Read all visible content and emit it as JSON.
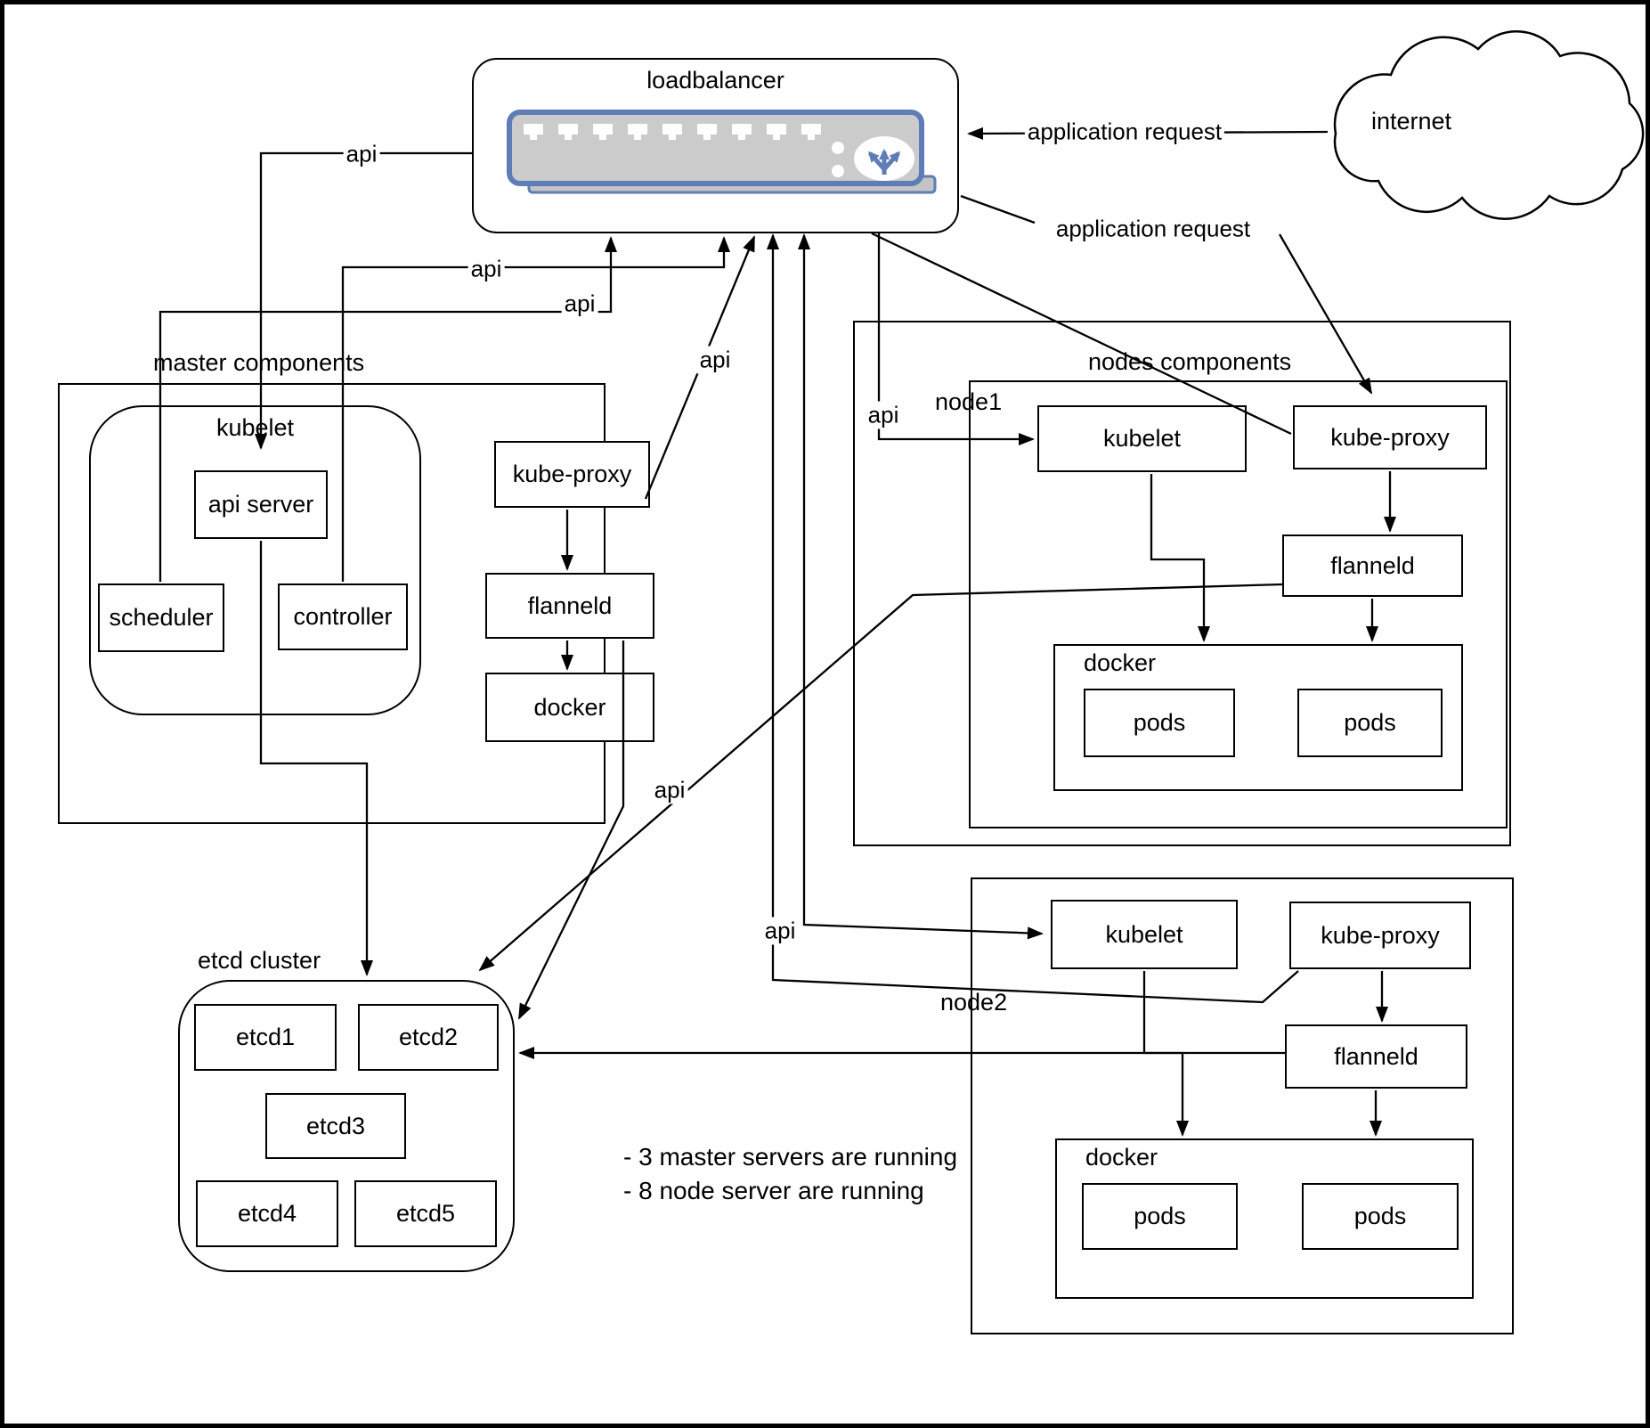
{
  "loadbalancer": {
    "label": "loadbalancer"
  },
  "internet": {
    "label": "internet"
  },
  "edge_labels": {
    "api": "api",
    "application_request": "application request"
  },
  "master": {
    "label": "master components",
    "kubelet_label": "kubelet",
    "api_server": "api server",
    "scheduler": "scheduler",
    "controller": "controller",
    "kube_proxy": "kube-proxy",
    "flanneld": "flanneld",
    "docker": "docker"
  },
  "nodes": {
    "label": "nodes components",
    "node1": {
      "label": "node1",
      "kubelet": "kubelet",
      "kube_proxy": "kube-proxy",
      "flanneld": "flanneld",
      "docker": "docker",
      "pods1": "pods",
      "pods2": "pods"
    },
    "node2": {
      "label": "node2",
      "kubelet": "kubelet",
      "kube_proxy": "kube-proxy",
      "flanneld": "flanneld",
      "docker": "docker",
      "pods1": "pods",
      "pods2": "pods"
    }
  },
  "etcd": {
    "label": "etcd cluster",
    "etcd1": "etcd1",
    "etcd2": "etcd2",
    "etcd3": "etcd3",
    "etcd4": "etcd4",
    "etcd5": "etcd5"
  },
  "annotation": {
    "line1": "- 3 master servers are running",
    "line2": "- 8 node server are running"
  },
  "colors": {
    "line": "#000000",
    "icon_border": "#5e7cb5",
    "icon_body": "#cbcbcb"
  }
}
